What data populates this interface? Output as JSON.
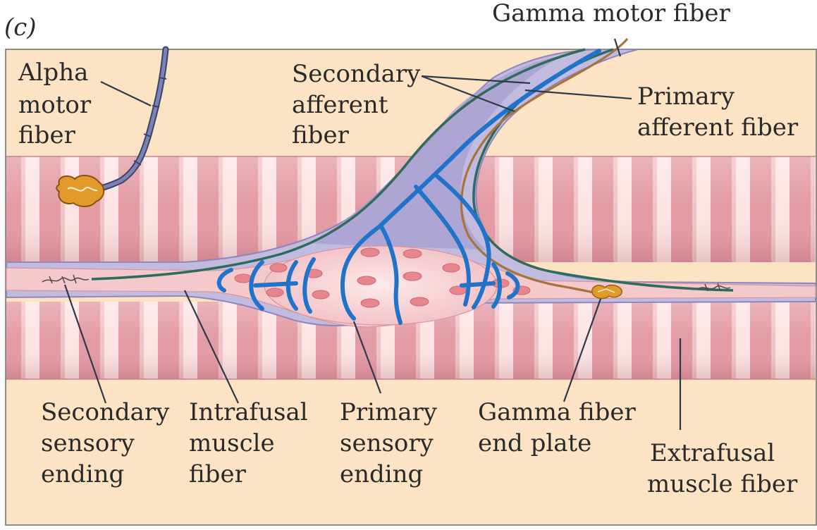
{
  "panel_label": "(c)",
  "labels": {
    "gamma_motor_fiber": "Gamma motor fiber",
    "alpha_motor_fiber": [
      "Alpha",
      "motor",
      "fiber"
    ],
    "secondary_afferent_fiber": [
      "Secondary",
      "afferent",
      "fiber"
    ],
    "primary_afferent_fiber": [
      "Primary",
      "afferent fiber"
    ],
    "secondary_sensory_ending": [
      "Secondary",
      "sensory",
      "ending"
    ],
    "intrafusal_muscle_fiber": [
      "Intrafusal",
      "muscle",
      "fiber"
    ],
    "primary_sensory_ending": [
      "Primary",
      "sensory",
      "ending"
    ],
    "gamma_fiber_end_plate": [
      "Gamma fiber",
      "end plate"
    ],
    "extrafusal_muscle_fiber": [
      "Extrafusal",
      "muscle fiber"
    ]
  },
  "colors": {
    "background": "#fbe3c4",
    "muscle_pink": "#e9aab0",
    "muscle_light": "#fde6e6",
    "capsule": "#b8b4d8",
    "capsule_dark": "#8f86bc",
    "sensory_blue": "#1f73c9",
    "afferent_green": "#2f6b5a",
    "gamma_brown": "#a8733a",
    "alpha_fiber": "#6b72a8",
    "end_plate": "#e39a2a"
  }
}
